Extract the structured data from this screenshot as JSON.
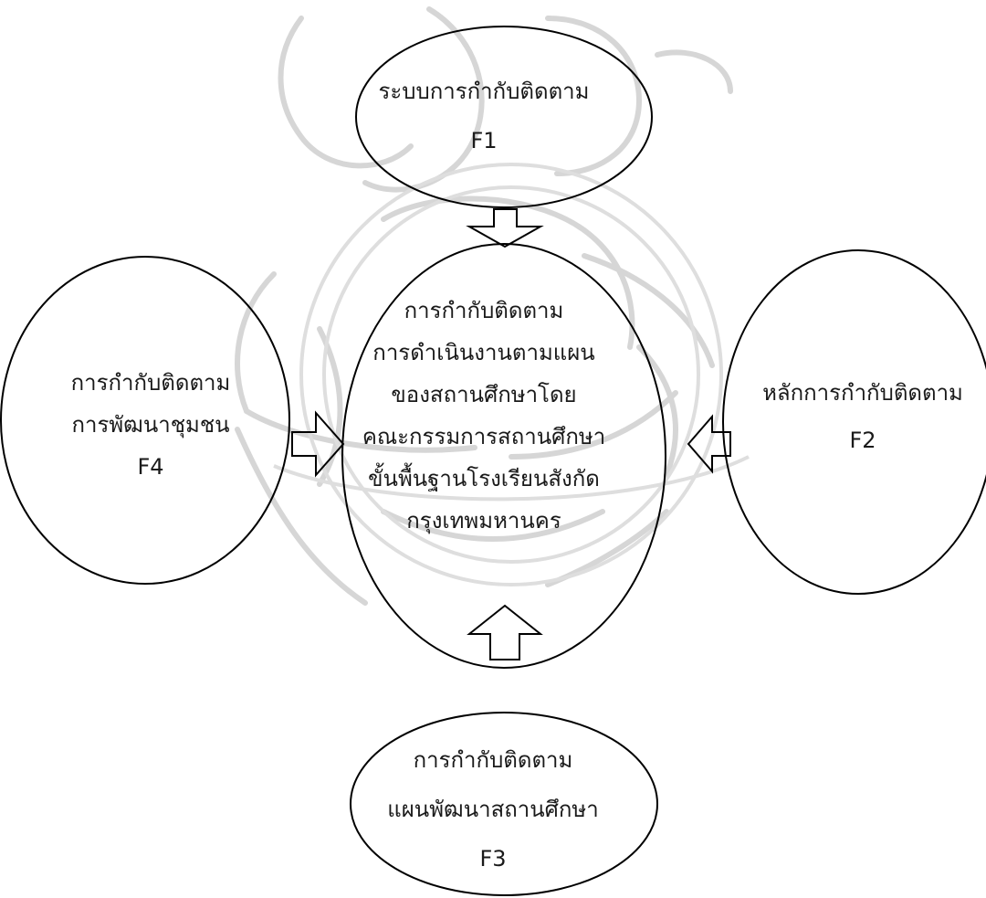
{
  "diagram": {
    "top_node": {
      "line1": "ระบบการกำกับติดตาม",
      "code": "F1"
    },
    "right_node": {
      "line1": "หลักการกำกับติดตาม",
      "code": "F2"
    },
    "bottom_node": {
      "line1": "การกำกับติดตาม",
      "line2": "แผนพัฒนาสถานศึกษา",
      "code": "F3"
    },
    "left_node": {
      "line1": "การกำกับติดตาม",
      "line2": "การพัฒนาชุมชน",
      "code": "F4"
    },
    "center_node": {
      "lines": [
        "การกำกับติดตาม",
        "การดำเนินงานตามแผน",
        "ของสถานศึกษาโดย",
        "คณะกรรมการสถานศึกษา",
        "ขั้นพื้นฐานโรงเรียนสังกัด",
        "กรุงเทพมหานคร"
      ]
    }
  },
  "colors": {
    "stroke": "#000000",
    "text": "#1a1a1a",
    "watermark": "#d9d9d9"
  }
}
